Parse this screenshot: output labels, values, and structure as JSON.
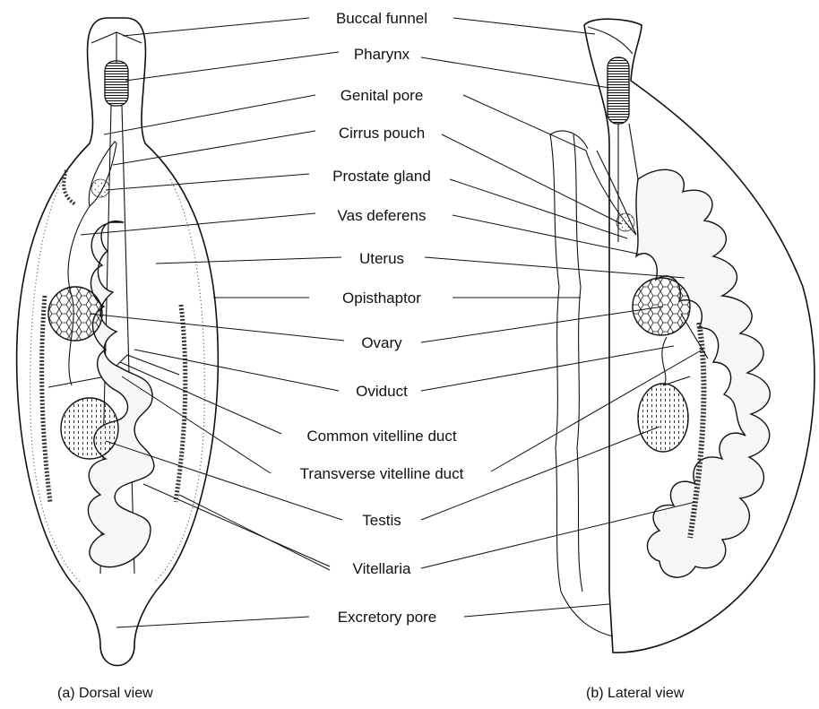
{
  "labels": {
    "buccal_funnel": "Buccal funnel",
    "pharynx": "Pharynx",
    "genital_pore": "Genital pore",
    "cirrus_pouch": "Cirrus pouch",
    "prostate_gland": "Prostate gland",
    "vas_deferens": "Vas deferens",
    "uterus": "Uterus",
    "opisthaptor": "Opisthaptor",
    "ovary": "Ovary",
    "oviduct": "Oviduct",
    "common_vitelline_duct": "Common vitelline duct",
    "transverse_vitelline_duct": "Transverse vitelline duct",
    "testis": "Testis",
    "vitellaria": "Vitellaria",
    "excretory_pore": "Excretory pore"
  },
  "captions": {
    "dorsal": "(a)  Dorsal view",
    "lateral": "(b)  Lateral view"
  },
  "colors": {
    "ink": "#111111",
    "background": "#ffffff"
  }
}
